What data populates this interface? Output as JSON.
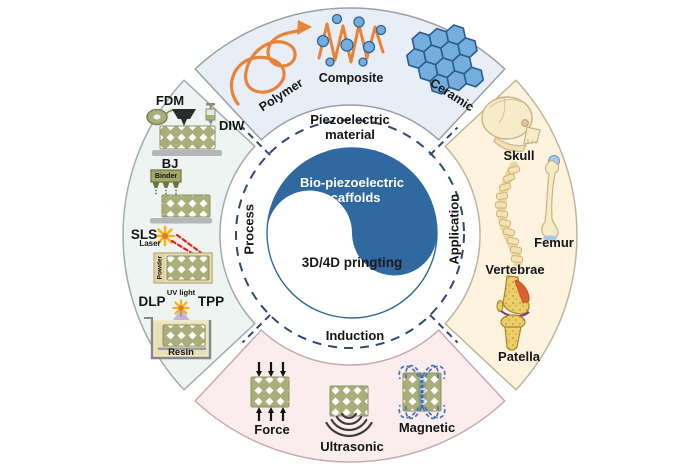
{
  "center": {
    "title": "Bio-piezoelectric scaffolds",
    "subtitle": "3D/4D pringting"
  },
  "ring": {
    "top": "Piezoelectric material",
    "left": "Process",
    "right": "Application",
    "bottom": "Induction"
  },
  "materials": {
    "polymer": "Polymer",
    "composite": "Composite",
    "ceramic": "Ceramic"
  },
  "process": {
    "fdm": "FDM",
    "diw": "DIW",
    "bj": "BJ",
    "binder": "Binder",
    "sls": "SLS",
    "laser": "Laser",
    "powder": "Powder",
    "dlp": "DLP",
    "uv_light": "UV light",
    "tpp": "TPP",
    "resin": "Resin"
  },
  "application": {
    "skull": "Skull",
    "femur": "Femur",
    "vertebrae": "Vertebrae",
    "patella": "Patella"
  },
  "induction": {
    "force": "Force",
    "ultrasonic": "Ultrasonic",
    "magnetic": "Magnetic"
  },
  "colors": {
    "accent_blue": "#2F699F",
    "dashed_ring": "#2C4A73",
    "polymer_orange": "#E8833A",
    "ceramic_blue": "#73ABDF",
    "scaffold_olive": "#A9AE7B",
    "segment_top": "#E8EEF6",
    "segment_left": "#EDF4F1",
    "segment_right": "#FDF3DE",
    "segment_bottom": "#FBEDEE"
  }
}
